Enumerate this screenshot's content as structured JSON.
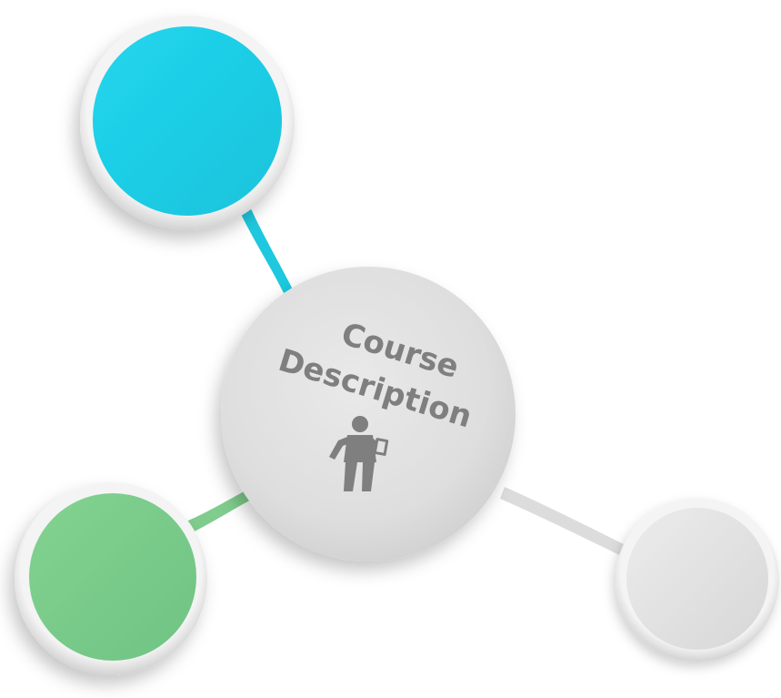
{
  "center": {
    "title_line1": "Course",
    "title_line2": "Description",
    "icon": "person-presenting-icon"
  },
  "nodes": [
    {
      "name": "top-left-node",
      "color": "#1fd3ea"
    },
    {
      "name": "bottom-left-node",
      "color": "#7ccd8c"
    },
    {
      "name": "bottom-right-node",
      "color": "#e4e4e4"
    }
  ],
  "colors": {
    "center_fill": "#e2e2e2",
    "text": "#7f7f7f",
    "connector_cyan": "#1ec8de",
    "connector_green": "#7fcc8c",
    "connector_gray": "#e0e0e0"
  }
}
